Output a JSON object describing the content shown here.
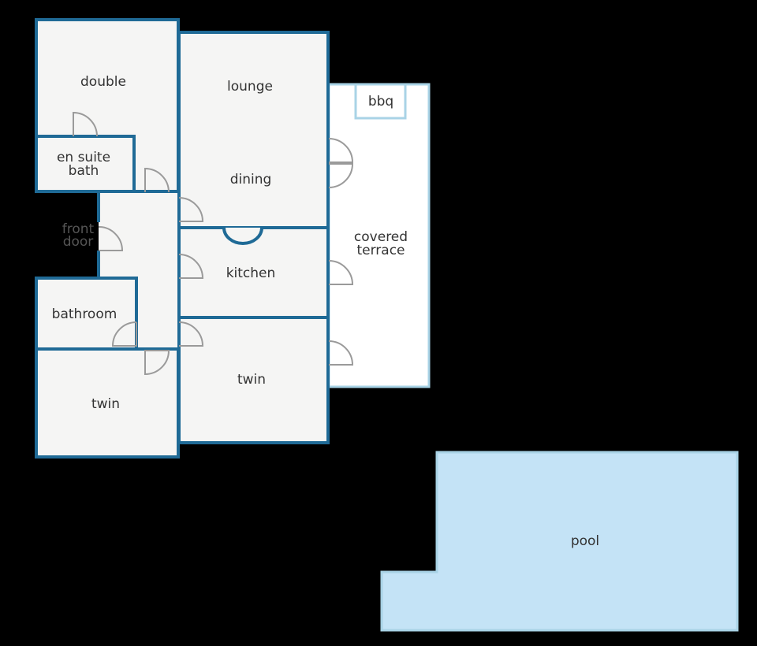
{
  "rooms": {
    "double": "double",
    "en_suite": [
      "en suite",
      "bath"
    ],
    "lounge": "lounge",
    "dining": "dining",
    "bbq": "bbq",
    "covered_terrace": [
      "covered",
      "terrace"
    ],
    "front_door": [
      "front",
      "door"
    ],
    "kitchen": "kitchen",
    "bathroom": "bathroom",
    "twin_left": "twin",
    "twin_right": "twin",
    "pool": "pool"
  },
  "colors": {
    "background": "#000000",
    "wall": "#1f6a96",
    "floor": "#f5f5f4",
    "terrace_outline": "#a9d3e6",
    "pool_fill": "#c4e3f6",
    "door": "#9a9a9a"
  }
}
